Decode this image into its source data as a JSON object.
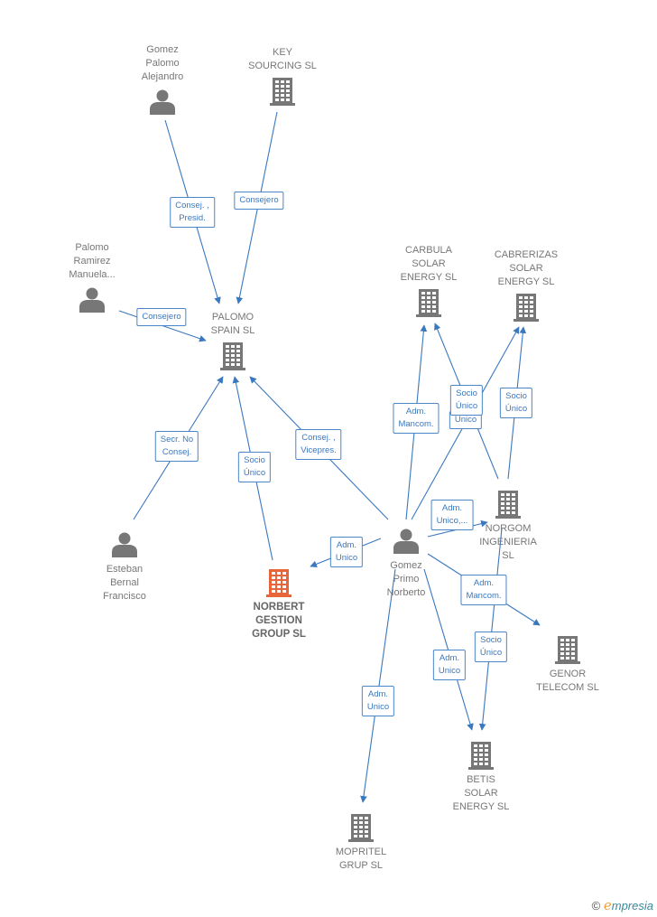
{
  "colors": {
    "edge": "#3a78c0",
    "node": "#777777",
    "focus": "#e8643a"
  },
  "nodes": [
    {
      "id": "gomez_palomo",
      "type": "person",
      "label": "Gomez\nPalomo\nAlejandro"
    },
    {
      "id": "key_sourcing",
      "type": "company",
      "label": "KEY\nSOURCING SL"
    },
    {
      "id": "palomo_ramirez",
      "type": "person",
      "label": "Palomo\nRamirez\nManuela..."
    },
    {
      "id": "palomo_spain",
      "type": "company",
      "label": "PALOMO\nSPAIN SL"
    },
    {
      "id": "carbula",
      "type": "company",
      "label": "CARBULA\nSOLAR\nENERGY SL"
    },
    {
      "id": "cabrerizas",
      "type": "company",
      "label": "CABRERIZAS\nSOLAR\nENERGY SL"
    },
    {
      "id": "norgom",
      "type": "company",
      "label": "NORGOM\nINGENIERIA\nSL"
    },
    {
      "id": "esteban",
      "type": "person",
      "label": "Esteban\nBernal\nFrancisco"
    },
    {
      "id": "norbert",
      "type": "company",
      "label": "NORBERT\nGESTION\nGROUP SL",
      "focus": true
    },
    {
      "id": "gomez_primo",
      "type": "person",
      "label": "Gomez\nPrimo\nNorberto"
    },
    {
      "id": "genor",
      "type": "company",
      "label": "GENOR\nTELECOM SL"
    },
    {
      "id": "betis",
      "type": "company",
      "label": "BETIS\nSOLAR\nENERGY SL"
    },
    {
      "id": "mopritel",
      "type": "company",
      "label": "MOPRITEL\nGRUP SL"
    }
  ],
  "edges": [
    {
      "from": "gomez_palomo",
      "to": "palomo_spain",
      "label": "Consej. ,\nPresid."
    },
    {
      "from": "key_sourcing",
      "to": "palomo_spain",
      "label": "Consejero"
    },
    {
      "from": "palomo_ramirez",
      "to": "palomo_spain",
      "label": "Consejero"
    },
    {
      "from": "esteban",
      "to": "palomo_spain",
      "label": "Secr. No\nConsej."
    },
    {
      "from": "norbert",
      "to": "palomo_spain",
      "label": "Socio\nÚnico"
    },
    {
      "from": "gomez_primo",
      "to": "palomo_spain",
      "label": "Consej. ,\nVicepres."
    },
    {
      "from": "gomez_primo",
      "to": "norbert",
      "label": "Adm.\nUnico"
    },
    {
      "from": "gomez_primo",
      "to": "carbula",
      "label": "Adm.\nMancom."
    },
    {
      "from": "gomez_primo",
      "to": "cabrerizas",
      "label": "Unico"
    },
    {
      "from": "norgom",
      "to": "carbula",
      "label": "Socio\nÚnico"
    },
    {
      "from": "norgom",
      "to": "cabrerizas",
      "label": "Socio\nÚnico"
    },
    {
      "from": "gomez_primo",
      "to": "norgom",
      "label": "Adm.\nUnico,..."
    },
    {
      "from": "gomez_primo",
      "to": "genor",
      "label": "Adm.\nMancom."
    },
    {
      "from": "gomez_primo",
      "to": "betis",
      "label": "Adm.\nUnico"
    },
    {
      "from": "norgom",
      "to": "betis",
      "label": "Socio\nÚnico"
    },
    {
      "from": "gomez_primo",
      "to": "mopritel",
      "label": "Adm.\nUnico"
    }
  ],
  "footer": {
    "copyright": "©",
    "brand_initial": "e",
    "brand_rest": "mpresia"
  }
}
